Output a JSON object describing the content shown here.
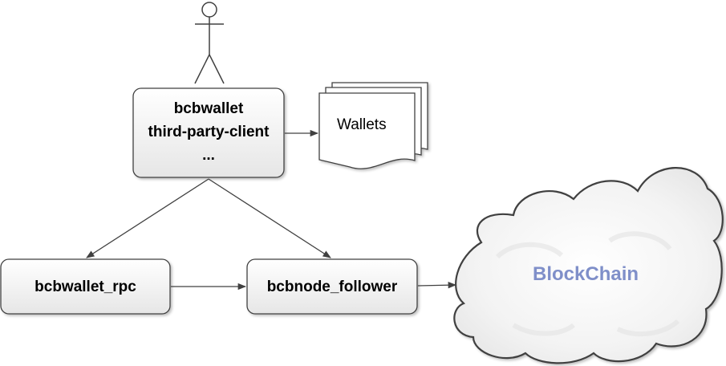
{
  "client_box": {
    "line1": "bcbwallet",
    "line2": "third-party-client",
    "line3": "..."
  },
  "wallets_doc": {
    "label": "Wallets"
  },
  "rpc_box": {
    "label": "bcbwallet_rpc"
  },
  "follower_box": {
    "label": "bcbnode_follower"
  },
  "cloud": {
    "label": "BlockChain"
  },
  "colors": {
    "box_fill_top": "#ffffff",
    "box_fill_bottom": "#e9e9e9",
    "stroke": "#404040",
    "cloud_text": "#7f8fc9"
  }
}
